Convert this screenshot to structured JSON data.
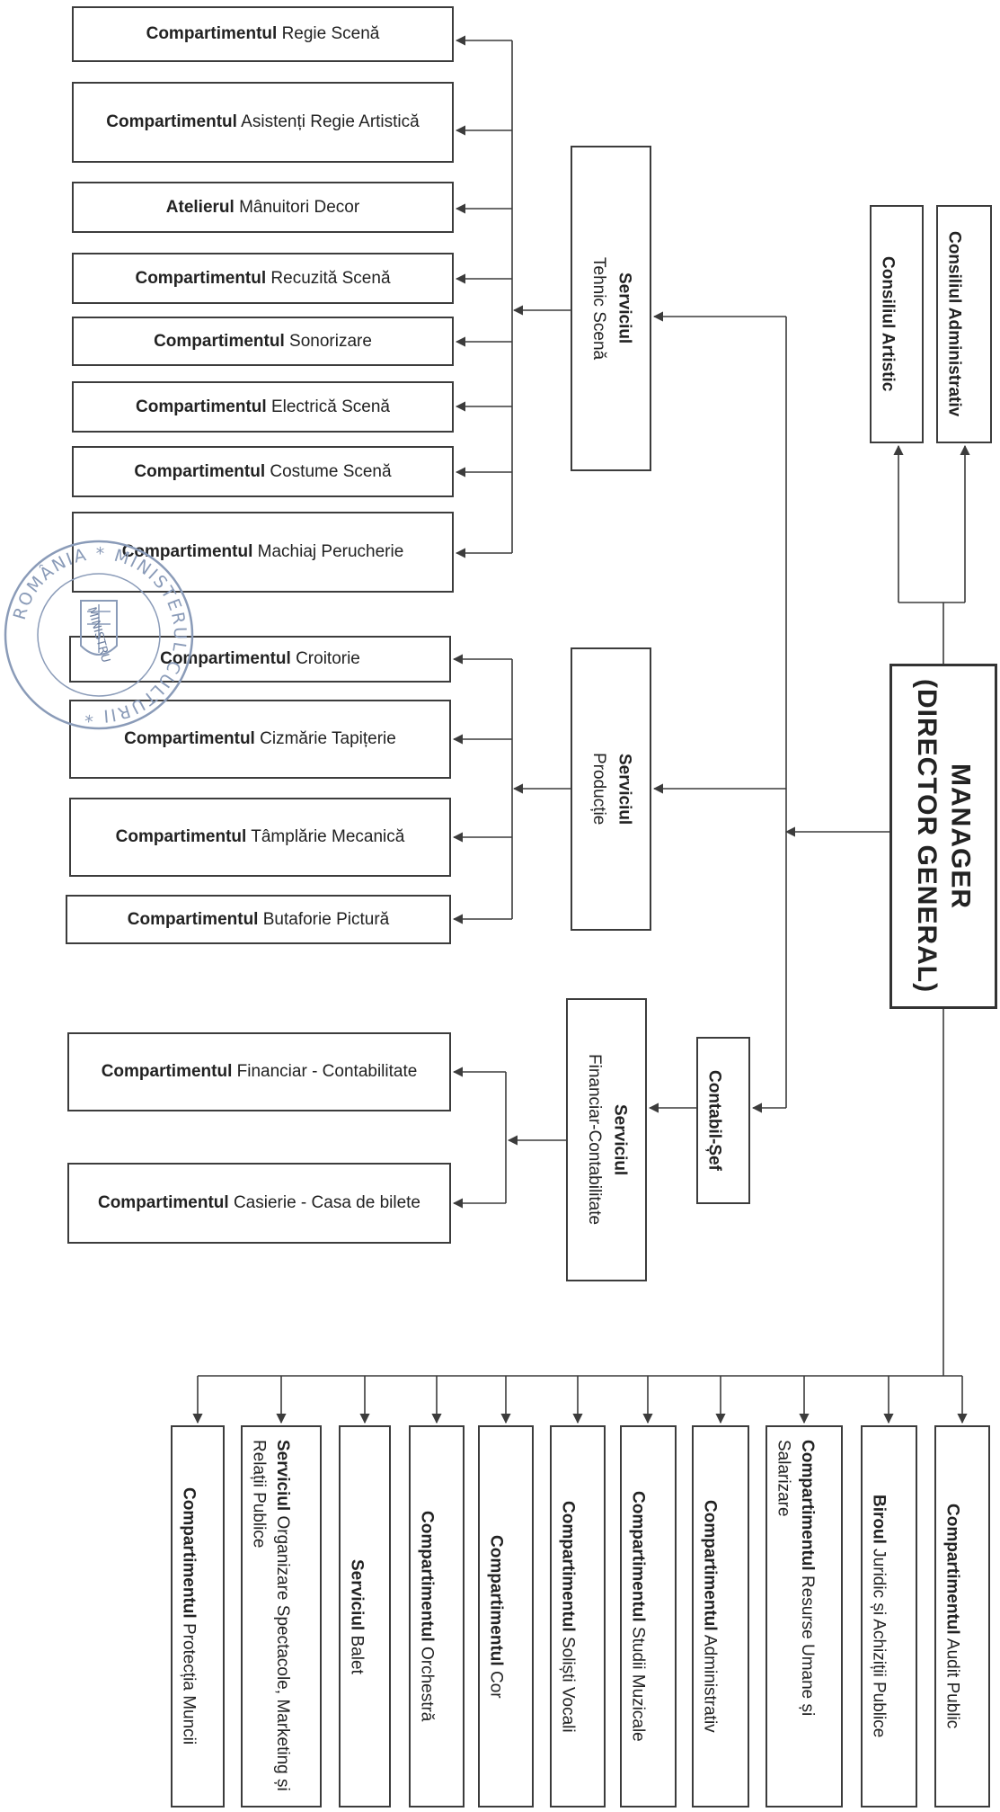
{
  "manager": {
    "title": "MANAGER",
    "subtitle": "(DIRECTOR GENERAL)"
  },
  "councils": [
    {
      "bold": "Consiliul Administrativ",
      "rest": ""
    },
    {
      "bold": "Consiliul Artistic",
      "rest": ""
    }
  ],
  "chief_accountant": {
    "bold": "Contabil-Șef"
  },
  "services": [
    {
      "bold": "Serviciul",
      "rest": "Tehnic Scenă"
    },
    {
      "bold": "Serviciul",
      "rest": "Producție"
    },
    {
      "bold": "Serviciul",
      "rest": "Financiar-Contabilitate"
    }
  ],
  "tehnic_compartments": [
    {
      "bold": "Compartimentul",
      "rest": " Regie Scenă"
    },
    {
      "bold": "Compartimentul",
      "rest": " Asistenți Regie Artistică"
    },
    {
      "bold": "Atelierul",
      "rest": " Mânuitori Decor"
    },
    {
      "bold": "Compartimentul",
      "rest": " Recuzită Scenă"
    },
    {
      "bold": "Compartimentul",
      "rest": " Sonorizare"
    },
    {
      "bold": "Compartimentul",
      "rest": " Electrică Scenă"
    },
    {
      "bold": "Compartimentul",
      "rest": " Costume Scenă"
    },
    {
      "bold": "Compartimentul",
      "rest": " Machiaj Perucherie"
    }
  ],
  "productie_compartments": [
    {
      "bold": "Compartimentul",
      "rest": " Croitorie"
    },
    {
      "bold": "Compartimentul",
      "rest": " Cizmărie Tapițerie"
    },
    {
      "bold": "Compartimentul",
      "rest": " Tâmplărie Mecanică"
    },
    {
      "bold": "Compartimentul",
      "rest": " Butaforie Pictură"
    }
  ],
  "financiar_compartments": [
    {
      "bold": "Compartimentul",
      "rest": " Financiar - Contabilitate"
    },
    {
      "bold": "Compartimentul",
      "rest": " Casierie - Casa de bilete"
    }
  ],
  "bottom_units": [
    {
      "bold": "Compartimentul",
      "rest": " Audit Public"
    },
    {
      "bold": "Biroul",
      "rest": " Juridic și Achiziții Publice"
    },
    {
      "bold": "Compartimentul",
      "rest": " Resurse Umane și Salarizare"
    },
    {
      "bold": "Compartimentul",
      "rest": " Administrativ"
    },
    {
      "bold": "Compartimentul",
      "rest": " Studii Muzicale"
    },
    {
      "bold": "Compartimentul",
      "rest": " Soliști Vocali"
    },
    {
      "bold": "Compartimentul",
      "rest": " Cor"
    },
    {
      "bold": "Compartimentul",
      "rest": " Orchestră"
    },
    {
      "bold": "Serviciul",
      "rest": " Balet"
    },
    {
      "bold": "Serviciul",
      "rest": " Organizare Spectacole, Marketing și Relații Publice"
    },
    {
      "bold": "Compartimentul",
      "rest": " Protecția Muncii"
    }
  ],
  "stamp": {
    "ring_text": "ROMÂNIA  *  MINISTERUL CULTURII  *",
    "center_text": "MINISTRU",
    "color": "#8a9bb8"
  },
  "colors": {
    "line": "#3c3c3c",
    "border": "#3c3c3c"
  }
}
